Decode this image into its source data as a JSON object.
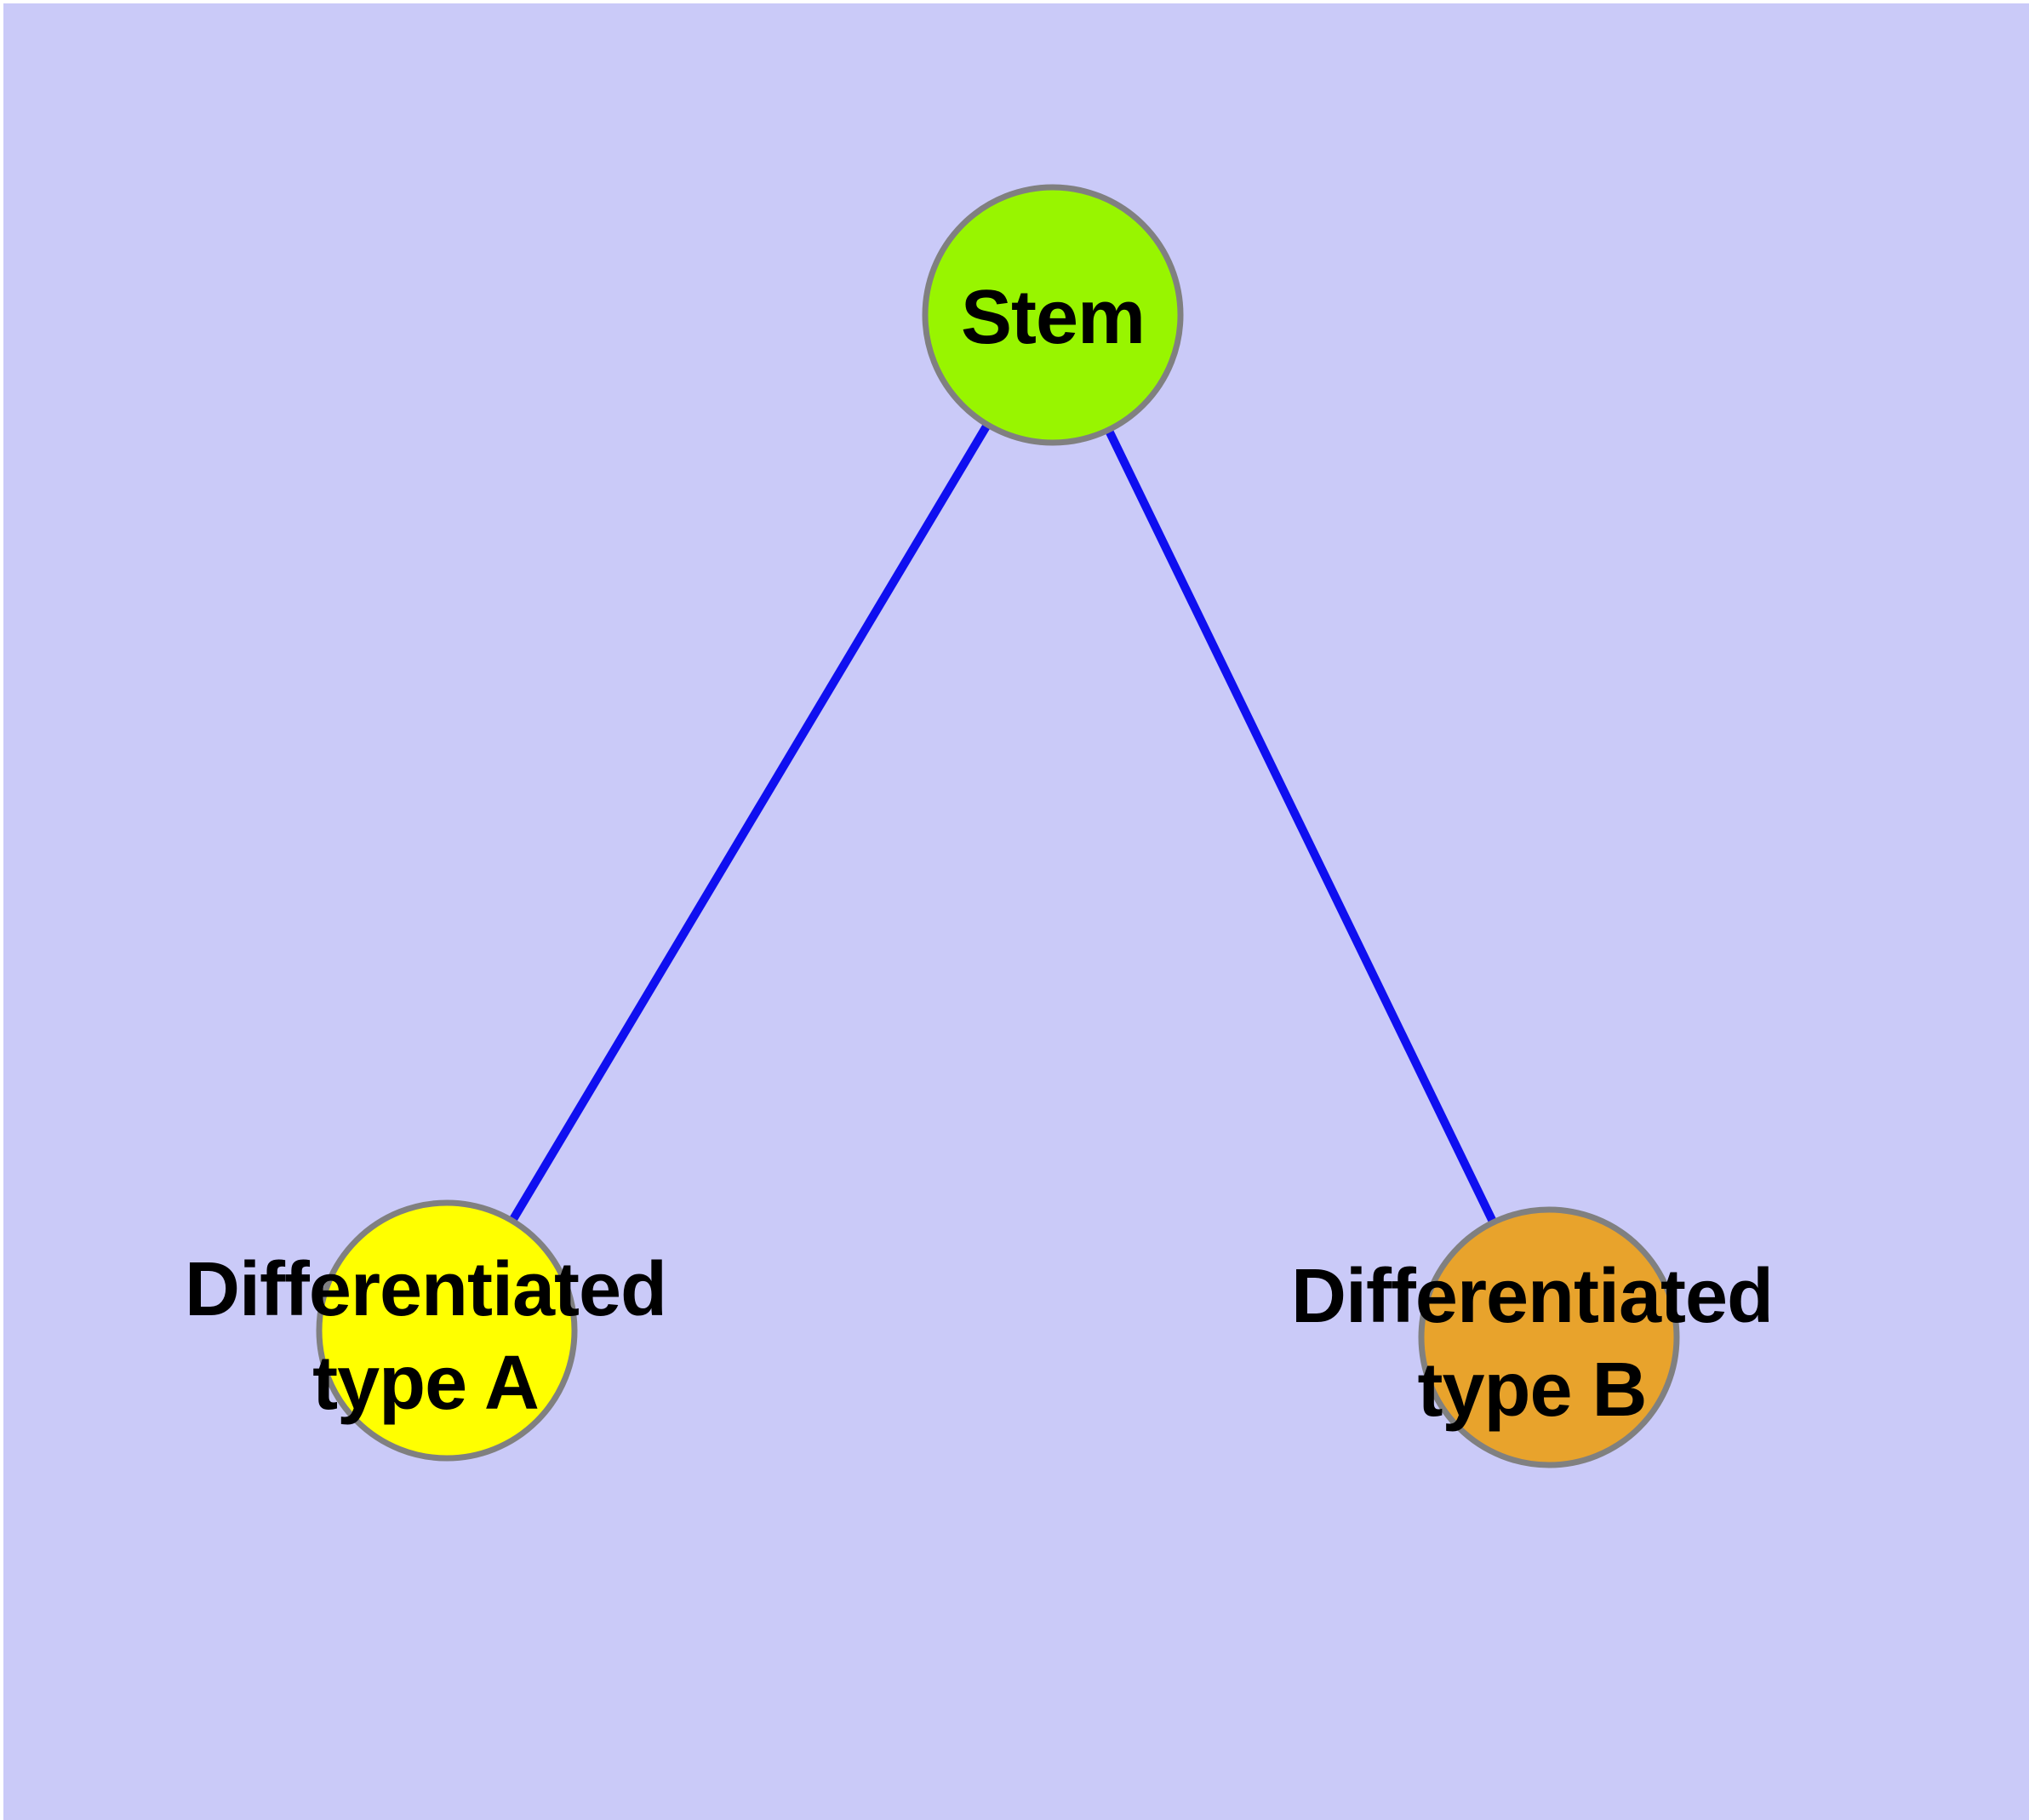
{
  "diagram": {
    "title": "",
    "background_color": "#CACAF8",
    "frame_color": "#FFFFFF",
    "edge_color": "#0F0FF0",
    "node_border_color": "#808080",
    "label_color": "#000000",
    "nodes": {
      "stem": {
        "label": "Stem",
        "fill": "#98F500"
      },
      "typeA": {
        "label_line1": "Differentiated",
        "label_line2": "type A",
        "fill": "#FFFF00"
      },
      "typeB": {
        "label_line1": "Differentiated",
        "label_line2": "type B",
        "fill": "#E8A32C"
      }
    },
    "edges": [
      {
        "from": "Stem",
        "to": "Differentiated type A"
      },
      {
        "from": "Stem",
        "to": "Differentiated type B"
      }
    ]
  }
}
